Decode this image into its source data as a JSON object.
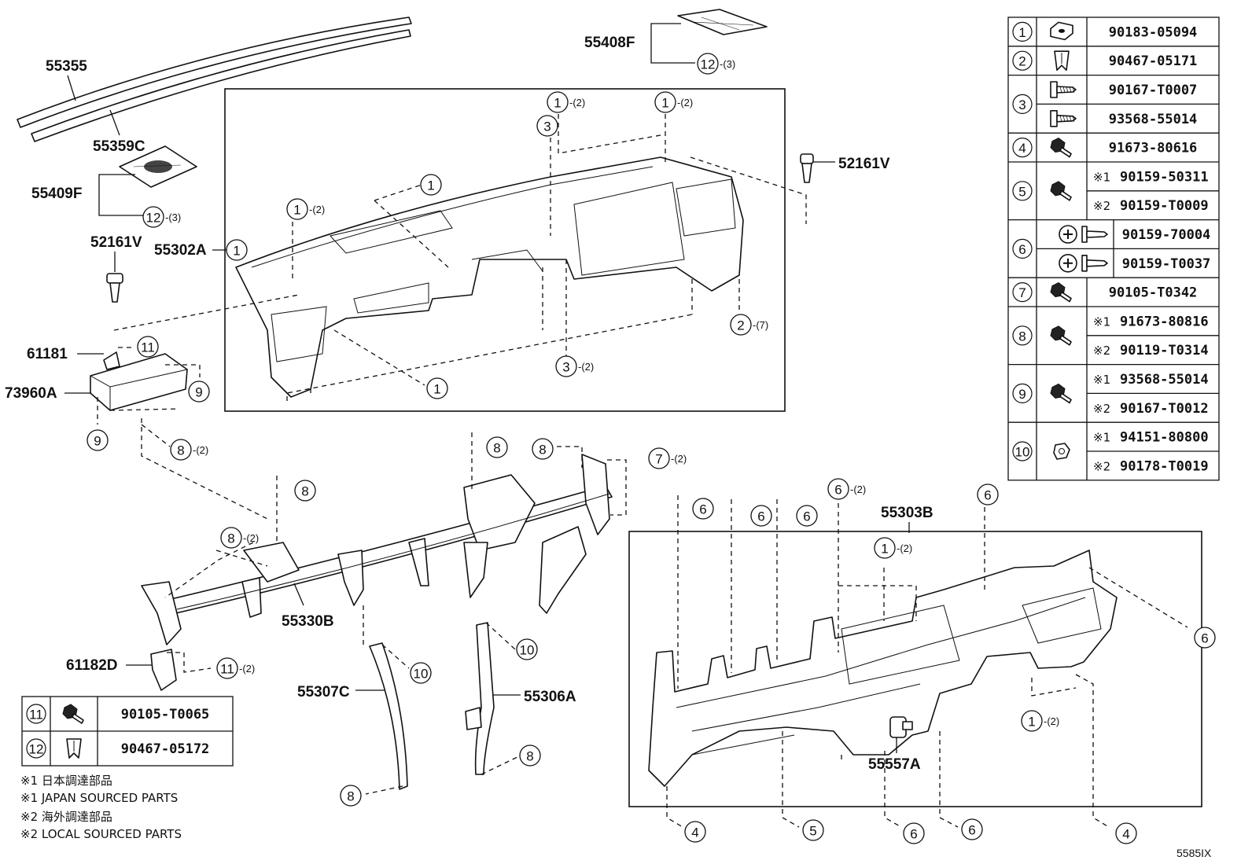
{
  "parts": {
    "p55355": "55355",
    "p55359C": "55359C",
    "p55409F": "55409F",
    "p52161V_left": "52161V",
    "p55302A": "55302A",
    "p55408F": "55408F",
    "p52161V_right": "52161V",
    "p61181": "61181",
    "p73960A": "73960A",
    "p55330B": "55330B",
    "p61182D": "61182D",
    "p55307C": "55307C",
    "p55306A": "55306A",
    "p55303B": "55303B",
    "p55557A": "55557A"
  },
  "callouts": [
    {
      "id": "c1",
      "num": "1",
      "qty": ""
    },
    {
      "id": "c2",
      "num": "1",
      "qty": "-(2)"
    },
    {
      "id": "c3",
      "num": "1",
      "qty": "-(2)"
    },
    {
      "id": "c4",
      "num": "1",
      "qty": "-(2)"
    },
    {
      "id": "c5",
      "num": "3",
      "qty": ""
    },
    {
      "id": "c6",
      "num": "1",
      "qty": ""
    },
    {
      "id": "c7",
      "num": "3",
      "qty": "-(2)"
    },
    {
      "id": "c8",
      "num": "1",
      "qty": ""
    },
    {
      "id": "c9",
      "num": "2",
      "qty": "-(7)"
    },
    {
      "id": "c10",
      "num": "12",
      "qty": "-(3)"
    },
    {
      "id": "c11",
      "num": "12",
      "qty": "-(3)"
    },
    {
      "id": "c12",
      "num": "11",
      "qty": ""
    },
    {
      "id": "c13",
      "num": "9",
      "qty": ""
    },
    {
      "id": "c14",
      "num": "9",
      "qty": ""
    },
    {
      "id": "c15",
      "num": "8",
      "qty": "-(2)"
    },
    {
      "id": "c16",
      "num": "8",
      "qty": ""
    },
    {
      "id": "c17",
      "num": "8",
      "qty": ""
    },
    {
      "id": "c18",
      "num": "8",
      "qty": ""
    },
    {
      "id": "c19",
      "num": "7",
      "qty": "-(2)"
    },
    {
      "id": "c20",
      "num": "8",
      "qty": "-(2)"
    },
    {
      "id": "c21",
      "num": "11",
      "qty": "-(2)"
    },
    {
      "id": "c22",
      "num": "10",
      "qty": ""
    },
    {
      "id": "c23",
      "num": "10",
      "qty": ""
    },
    {
      "id": "c24",
      "num": "8",
      "qty": ""
    },
    {
      "id": "c25",
      "num": "8",
      "qty": ""
    },
    {
      "id": "c26",
      "num": "6",
      "qty": ""
    },
    {
      "id": "c27",
      "num": "6",
      "qty": ""
    },
    {
      "id": "c28",
      "num": "6",
      "qty": ""
    },
    {
      "id": "c29",
      "num": "6",
      "qty": "-(2)"
    },
    {
      "id": "c30",
      "num": "6",
      "qty": ""
    },
    {
      "id": "c31",
      "num": "1",
      "qty": "-(2)"
    },
    {
      "id": "c32",
      "num": "6",
      "qty": ""
    },
    {
      "id": "c33",
      "num": "1",
      "qty": "-(2)"
    },
    {
      "id": "c34",
      "num": "4",
      "qty": ""
    },
    {
      "id": "c35",
      "num": "5",
      "qty": ""
    },
    {
      "id": "c36",
      "num": "6",
      "qty": ""
    },
    {
      "id": "c37",
      "num": "6",
      "qty": ""
    },
    {
      "id": "c38",
      "num": "4",
      "qty": ""
    }
  ],
  "fastener_table": [
    {
      "ref": "1",
      "rows": [
        {
          "mark": "",
          "part": "90183-05094"
        }
      ]
    },
    {
      "ref": "2",
      "rows": [
        {
          "mark": "",
          "part": "90467-05171"
        }
      ]
    },
    {
      "ref": "3",
      "rows": [
        {
          "mark": "",
          "part": "90167-T0007"
        },
        {
          "mark": "",
          "part": "93568-55014"
        }
      ]
    },
    {
      "ref": "4",
      "rows": [
        {
          "mark": "",
          "part": "91673-80616"
        }
      ]
    },
    {
      "ref": "5",
      "rows": [
        {
          "mark": "※1",
          "part": "90159-50311"
        },
        {
          "mark": "※2",
          "part": "90159-T0009"
        }
      ]
    },
    {
      "ref": "6",
      "rows": [
        {
          "mark": "",
          "part": "90159-70004"
        },
        {
          "mark": "",
          "part": "90159-T0037"
        }
      ]
    },
    {
      "ref": "7",
      "rows": [
        {
          "mark": "",
          "part": "90105-T0342"
        }
      ]
    },
    {
      "ref": "8",
      "rows": [
        {
          "mark": "※1",
          "part": "91673-80816"
        },
        {
          "mark": "※2",
          "part": "90119-T0314"
        }
      ]
    },
    {
      "ref": "9",
      "rows": [
        {
          "mark": "※1",
          "part": "93568-55014"
        },
        {
          "mark": "※2",
          "part": "90167-T0012"
        }
      ]
    },
    {
      "ref": "10",
      "rows": [
        {
          "mark": "※1",
          "part": "94151-80800"
        },
        {
          "mark": "※2",
          "part": "90178-T0019"
        }
      ]
    }
  ],
  "small_table": [
    {
      "ref": "11",
      "part": "90105-T0065"
    },
    {
      "ref": "12",
      "part": "90467-05172"
    }
  ],
  "notes": [
    "※1 日本調達部品",
    "※1 JAPAN SOURCED PARTS",
    "※2 海外調達部品",
    "※2 LOCAL SOURCED PARTS"
  ],
  "figure_code": "5585IX",
  "icons": {
    "clip": "u-nut-clip-icon",
    "screw": "screw-icon",
    "bolt": "hex-bolt-icon",
    "push_clip": "push-clip-icon",
    "nut": "hex-nut-icon"
  }
}
